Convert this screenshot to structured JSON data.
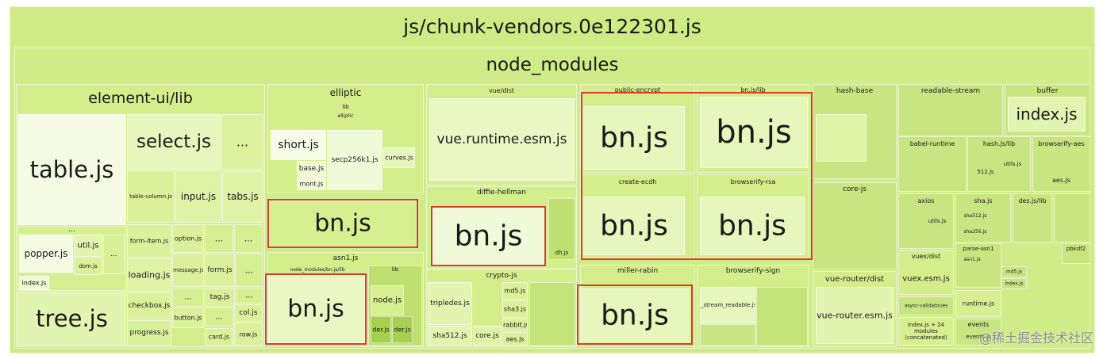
{
  "treemap": {
    "root_label": "js/chunk-vendors.0e122301.js",
    "node_modules_label": "node_modules",
    "element_ui": {
      "title": "element-ui/lib",
      "table": "table.js",
      "select": "select.js",
      "dots": "...",
      "table_column": "table-column.js",
      "input": "input.js",
      "tabs": "tabs.js",
      "popper": "popper.js",
      "util": "util.js",
      "dom": "dom.js",
      "index": "index.js",
      "tree": "tree.js",
      "form_item": "form-item.js",
      "option": "option.js",
      "loading": "loading.js",
      "message": "message.js",
      "form": "form.js",
      "checkbox": "checkbox.js",
      "tag": "tag.js",
      "button": "button.js",
      "col": "col.js",
      "progress": "progress.js",
      "card": "card.js",
      "row": "row.js"
    },
    "elliptic": {
      "title": "elliptic",
      "lib": "lib",
      "inner": "elliptic",
      "short": "short.js",
      "secp": "secp256k1.js",
      "curves": "curves.js",
      "base": "base.js",
      "mont": "mont.js"
    },
    "bn_middle": "bn.js",
    "asn1": {
      "title": "asn1.js",
      "sub": "node_modules/bn.js/lib",
      "bn": "bn.js",
      "lib": "lib",
      "node": "node.js",
      "der": "der.js",
      "der2": "der.js"
    },
    "vue_dist": {
      "title": "vue/dist",
      "runtime": "vue.runtime.esm.js"
    },
    "diffie": {
      "title": "diffie-hellman",
      "bn": "bn.js",
      "dh": "dh.js"
    },
    "crypto_js": {
      "title": "crypto-js",
      "tripledes": "tripledes.js",
      "sha512": "sha512.js",
      "core": "core.js",
      "md5": "md5.js",
      "sha3": "sha3.js",
      "rabbit": "rabbit.js",
      "aes": "aes.js"
    },
    "public_encrypt": {
      "title": "public-encrypt",
      "bn": "bn.js"
    },
    "bn_lib": {
      "title": "bn.js/lib",
      "bn": "bn.js"
    },
    "create_ecdh": {
      "title": "create-ecdh",
      "bn": "bn.js"
    },
    "browserify_rsa": {
      "title": "browserify-rsa",
      "bn": "bn.js"
    },
    "miller_rabin": {
      "title": "miller-rabin",
      "bn": "bn.js"
    },
    "browserify_sign": {
      "title": "browserify-sign",
      "stream": "_stream_readable.js"
    },
    "hash_base": {
      "title": "hash-base"
    },
    "core_js": {
      "title": "core-js"
    },
    "vue_router": {
      "title": "vue-router/dist",
      "file": "vue-router.esm.js"
    },
    "readable_stream": {
      "title": "readable-stream"
    },
    "buffer": {
      "title": "buffer",
      "index": "index.js"
    },
    "babel_runtime": {
      "title": "babel-runtime"
    },
    "hash_js": {
      "title": "hash.js/lib",
      "f512": "512.js",
      "utils": "utils.js"
    },
    "browserify_aes": {
      "title": "browserify-aes",
      "aes": "aes.js"
    },
    "axios": {
      "title": "axios",
      "utils": "utils.js"
    },
    "sha_js": {
      "title": "sha.js",
      "sha512": "sha512.js",
      "sha256": "sha256.js"
    },
    "des_js": {
      "title": "des.js/lib"
    },
    "parse_asn1": {
      "title": "parse-asn1",
      "asn1": "asn1.js"
    },
    "pbkdf2": {
      "title": "pbkdf2"
    },
    "md5_js": {
      "title": "md5.js"
    },
    "index_js_small": {
      "title": "index.js"
    },
    "vuex": {
      "title": "vuex/dist",
      "file": "vuex.esm.js"
    },
    "runtime": {
      "title": "runtime.js"
    },
    "async_validator": {
      "title": "async-validator/es"
    },
    "concat": {
      "title": "index.js + 24 modules (concatenated)"
    },
    "events": {
      "title": "events",
      "file": "events.js"
    }
  },
  "watermark": "@稀土掘金技术社区",
  "colors": {
    "leaf": "#d6ef8f",
    "highlight": "#e03a2f"
  }
}
